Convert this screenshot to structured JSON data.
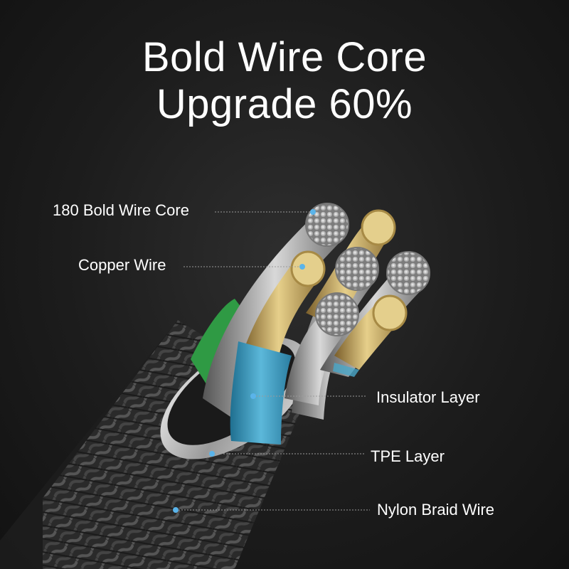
{
  "headline": {
    "line1": "Bold Wire Core",
    "line2": "Upgrade 60%"
  },
  "callouts": [
    {
      "label": "180 Bold Wire Core"
    },
    {
      "label": "Copper Wire"
    },
    {
      "label": "Insulator Layer"
    },
    {
      "label": "TPE Layer"
    },
    {
      "label": "Nylon Braid Wire"
    }
  ],
  "colors": {
    "background": "#1c1c1c",
    "copper": "#d9c27e",
    "insulator": "#4aa7c9",
    "green_insulator": "#2f9a44",
    "silver_strand": "#c8c8c8",
    "callout_dot": "#5ab4ea"
  }
}
